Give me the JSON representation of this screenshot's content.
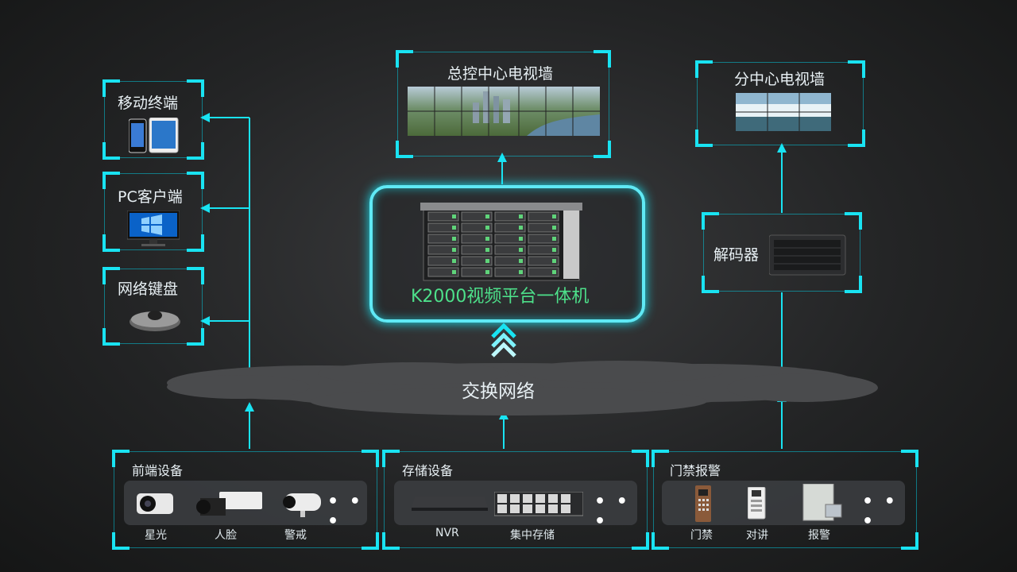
{
  "clients": {
    "mobile": "移动终端",
    "pc": "PC客户端",
    "keyboard": "网络键盘"
  },
  "main_wall": "总控中心电视墙",
  "sub_wall": "分中心电视墙",
  "decoder": "解码器",
  "platform": "K2000视频平台一体机",
  "network": "交换网络",
  "groups": {
    "front": {
      "title": "前端设备",
      "items": [
        "星光",
        "人脸",
        "警戒"
      ],
      "more": "…"
    },
    "storage": {
      "title": "存储设备",
      "items": [
        "NVR",
        "集中存储"
      ],
      "more": "…"
    },
    "access": {
      "title": "门禁报警",
      "items": [
        "门禁",
        "对讲",
        "报警"
      ],
      "more": "…"
    }
  },
  "colors": {
    "accent": "#19e3f2",
    "platform_text": "#4de08a"
  }
}
